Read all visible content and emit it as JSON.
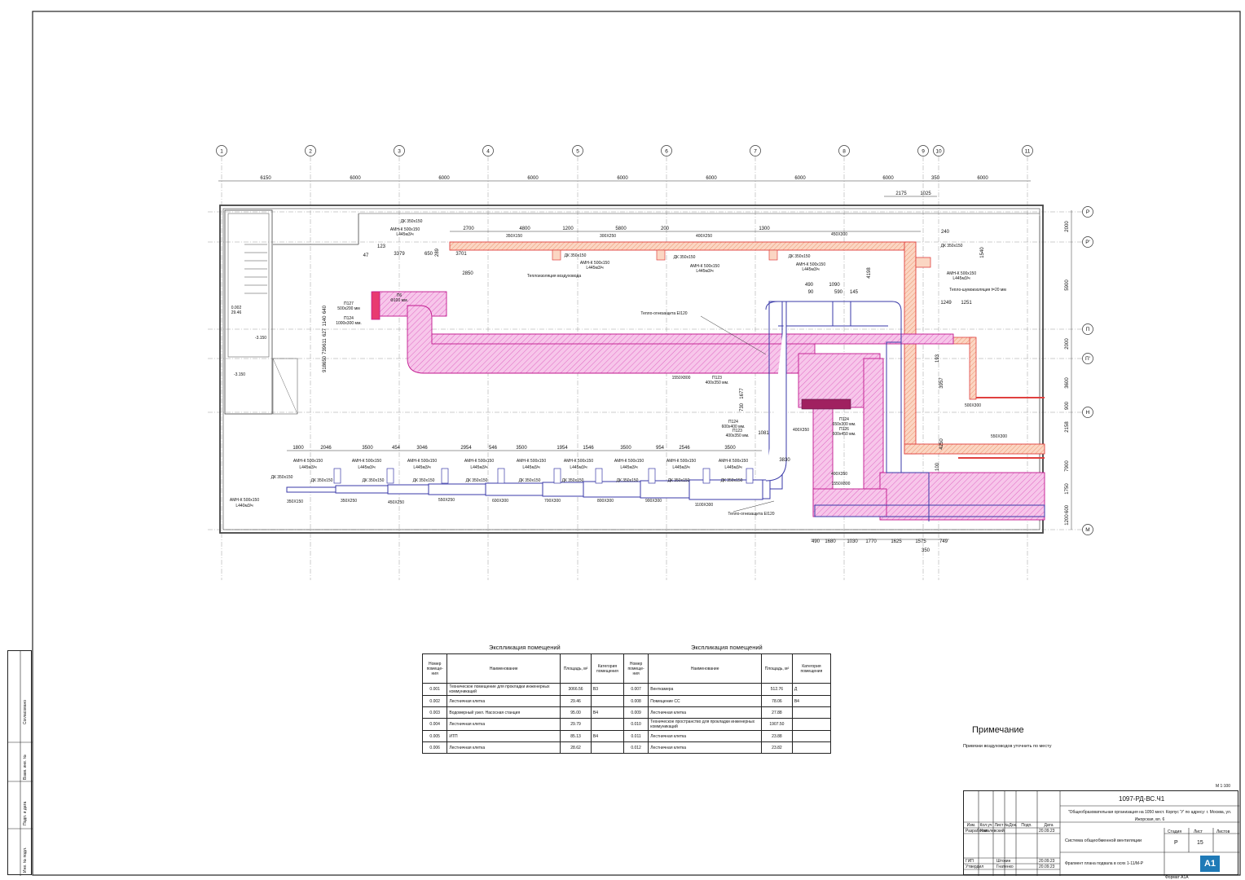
{
  "axes_top": [
    "1",
    "2",
    "3",
    "4",
    "5",
    "6",
    "7",
    "8",
    "9",
    "10",
    "11"
  ],
  "axes_right": [
    "Р",
    "Р'",
    "П",
    "П'",
    "Н",
    "М"
  ],
  "dims_top": [
    "6150",
    "6000",
    "6000",
    "6000",
    "6000",
    "6000",
    "6000",
    "6000",
    "350",
    "6000"
  ],
  "dims_top2": [
    "2175",
    "1025"
  ],
  "dims_right": [
    "2000",
    "5900",
    "2000",
    "3600",
    "900",
    "2158",
    "7900",
    "1750",
    "600",
    "1200"
  ],
  "dims_bottom": [
    "490",
    "1680",
    "1030",
    "1770",
    "1625",
    "1575",
    "749",
    "350"
  ],
  "dims_lower": [
    "1800",
    "2046",
    "3500",
    "454",
    "3046",
    "2954",
    "546",
    "3500",
    "1954",
    "1546",
    "3500",
    "954",
    "2546",
    "3500"
  ],
  "dims_upper": [
    "2700",
    "4800",
    "1200",
    "5800",
    "200",
    "1300",
    "240"
  ],
  "dims_misc": [
    "123",
    "3379",
    "650",
    "289",
    "3701",
    "2850",
    "47",
    "490",
    "1090",
    "90",
    "590",
    "145",
    "4198",
    "1540",
    "1249",
    "1251",
    "3957",
    "1677",
    "730",
    "1081",
    "3830",
    "4250",
    "100",
    "193"
  ],
  "dims_left_stack": [
    "918",
    "650",
    "739",
    "611",
    "627",
    "1140",
    "640"
  ],
  "duct_labels": {
    "d350x150": "350X150",
    "d300x250": "300X250",
    "d400x250": "400X250",
    "d450x300": "450X300",
    "d500x300": "500X300",
    "d550x300": "550X300",
    "d1550x800": "1550X800",
    "d400x350": "400X350",
    "d400x350b": "400X350",
    "d1550x800b": "1550X800",
    "l350x150": "350X150",
    "l350x250": "350X250",
    "l450x250": "450X250",
    "l550x250": "550X250",
    "l600x300": "600X300",
    "l700x300": "700X300",
    "l800x300": "800X300",
    "l900x300": "900X300",
    "l1100x300": "1100X300"
  },
  "dk_label": "ДК 350х150",
  "amn_label": "АМН-К 500х150",
  "amn_flow": "L445м3/ч",
  "amn_flow_440": "L440м3/ч",
  "thermal_insulation": "Теплоизоляция воздуховода",
  "thermal_insulation2": "Тепло-шумоизоляция t=20 мм",
  "fire_protection": "Тепло-огнезащита EI120",
  "fire_protection2": "Тепло-огнезащита EI120",
  "p127": "П127",
  "p127_size": "500х200 мм",
  "p124": "П124",
  "p124_size": "1000х300 мм.",
  "p16": "П6",
  "p16_size": "Ф100 мм.",
  "p123": "П123",
  "p123_size": "400х350 мм.",
  "p124b": "П124",
  "p124b_size": "600х400 мм.",
  "p123b": "П123",
  "p123b_size": "400х350 мм.",
  "p124c": "П124",
  "p124c_size": "650х300 мм.",
  "p124d": "П126",
  "p124d_size": "600х450 мм.",
  "stair_area": "0.002",
  "stair_area_val": "29.46",
  "level_a": "-3.150",
  "level_b": "-3.150",
  "explication": {
    "title": "Экспликация помещений",
    "headers": [
      "Номер помеще-ния",
      "Наименование",
      "Площадь, м²",
      "Категория помещения"
    ],
    "left_rows": [
      [
        "0.001",
        "Техническое помещение для прокладки инженерных коммуникаций",
        "3066.56",
        "В3"
      ],
      [
        "0.002",
        "Лестничная клетка",
        "29.46",
        ""
      ],
      [
        "0.003",
        "Водомерный узел. Насосная станция",
        "95.00",
        "В4"
      ],
      [
        "0.004",
        "Лестничная клетка",
        "29.79",
        ""
      ],
      [
        "0.005",
        "ИТП",
        "85.13",
        "В4"
      ],
      [
        "0.006",
        "Лестничная клетка",
        "28.62",
        ""
      ]
    ],
    "right_rows": [
      [
        "0.007",
        "Венткамера",
        "512.76",
        "Д"
      ],
      [
        "0.008",
        "Помещение СС",
        "78.06",
        "В4"
      ],
      [
        "0.009",
        "Лестничная клетка",
        "27.88",
        ""
      ],
      [
        "0.010",
        "Техническое пространство для прокладки инженерных коммуникаций",
        "1907.50",
        ""
      ],
      [
        "0.011",
        "Лестничная клетка",
        "23.88",
        ""
      ],
      [
        "0.012",
        "Лестничная клетка",
        "23.82",
        ""
      ]
    ]
  },
  "note": {
    "title": "Примечание",
    "text": "Привязки воздуховодов уточнить по месту"
  },
  "scale": "М 1:100",
  "stamp": {
    "code": "1097-РД-ВС.Ч1",
    "object": "\"Общеобразовательная организация на 1050 мест. Корпус 'У' по адресу: г. Москва, ул. Ижорская, вл. 6",
    "system": "Система общеобменной вентиляции",
    "sheet_title": "Фрагмент плана подвала в осях 1-11/М-Р",
    "stage_h": "Стадия",
    "sheet_h": "Лист",
    "sheets_h": "Листов",
    "stage": "Р",
    "sheet": "15",
    "cols": [
      "Изм.",
      "Кол.уч",
      "Лист",
      "№Док.",
      "Подп.",
      "Дата"
    ],
    "developed": "Разработал",
    "developer": "Ковалевский",
    "dev_date": "20.09.23",
    "gip": "ГИП",
    "gip_name": "Штокин",
    "gip_date": "20.09.23",
    "approved": "Утвердил",
    "approver": "Гнатенко",
    "app_date": "20.09.23",
    "format": "Формат А1А",
    "logo": "А1"
  },
  "sidebar": {
    "agreed": "Согласовано",
    "inv1": "Взам. инв. №",
    "sign": "Подп. и дата",
    "inv2": "Инв. № подл."
  }
}
